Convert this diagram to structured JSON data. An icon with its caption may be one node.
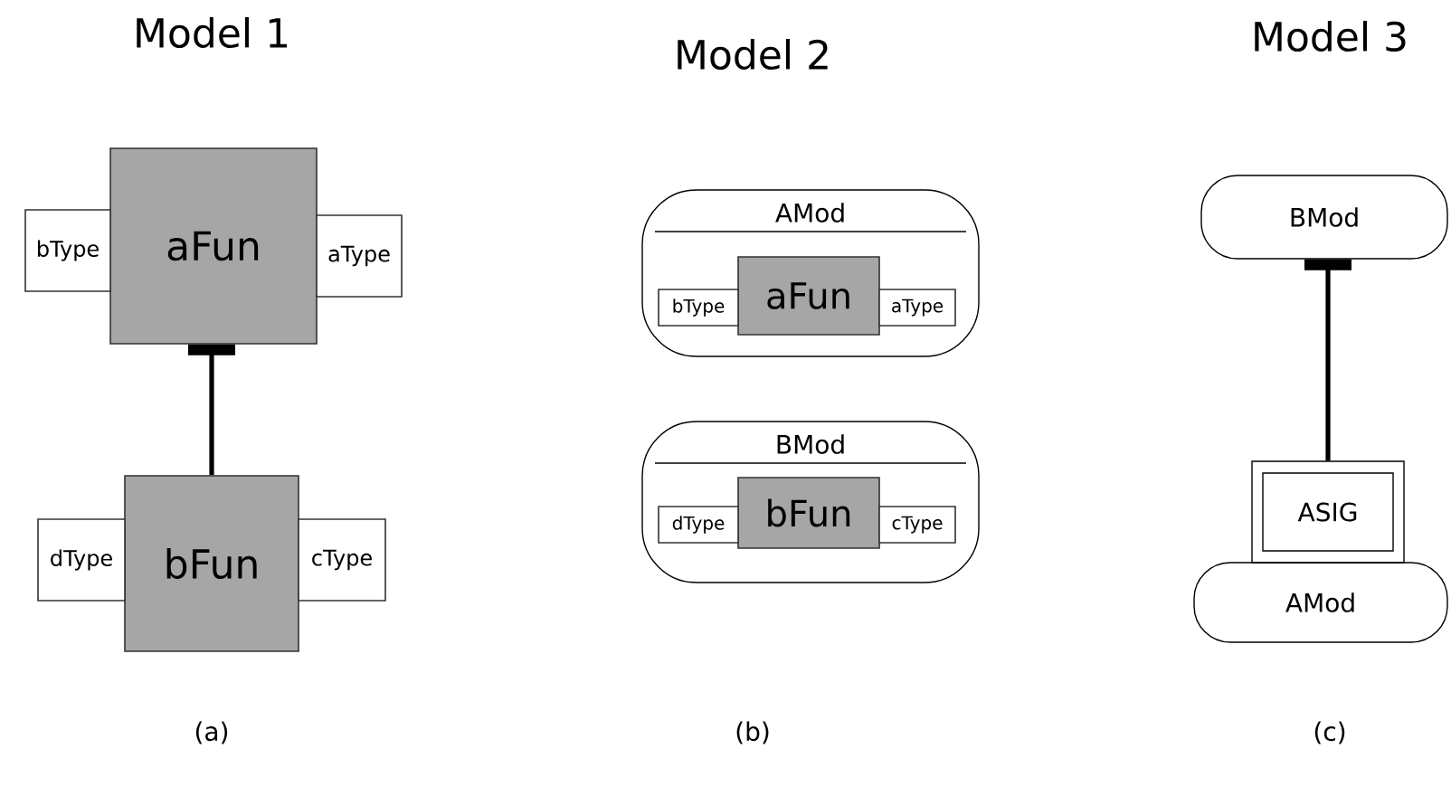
{
  "diagram": {
    "nodes": [
      {
        "text": [
          "aFun"
        ]
      },
      {
        "text": [
          "bType"
        ]
      },
      {
        "text": [
          "aType"
        ]
      },
      {
        "text": [
          "bFun"
        ]
      },
      {
        "text": [
          "dType"
        ]
      },
      {
        "text": [
          "cType"
        ]
      },
      {
        "text": [
          "AMod"
        ]
      },
      {
        "text": [
          "aFun"
        ],
        "in": 6
      },
      {
        "text": [
          "bType"
        ],
        "in": 6
      },
      {
        "text": [
          "aType"
        ],
        "in": 6
      },
      {
        "text": [
          "BMod"
        ]
      },
      {
        "text": [
          "bFun"
        ],
        "in": 10
      },
      {
        "text": [
          "dType"
        ],
        "in": 10
      },
      {
        "text": [
          "cType"
        ],
        "in": 10
      },
      {
        "text": [
          "BMod"
        ]
      },
      {
        "text": [
          "ASIG"
        ]
      },
      {
        "text": [
          "AMod"
        ]
      }
    ],
    "edges": [
      {
        "from": 3,
        "to": 0,
        "arrow": "other"
      },
      {
        "from": 15,
        "to": 14,
        "arrow": "other"
      }
    ],
    "labels": [
      "Model 1",
      "Model 2",
      "Model 3",
      "(a)",
      "(b)",
      "(c)"
    ]
  }
}
